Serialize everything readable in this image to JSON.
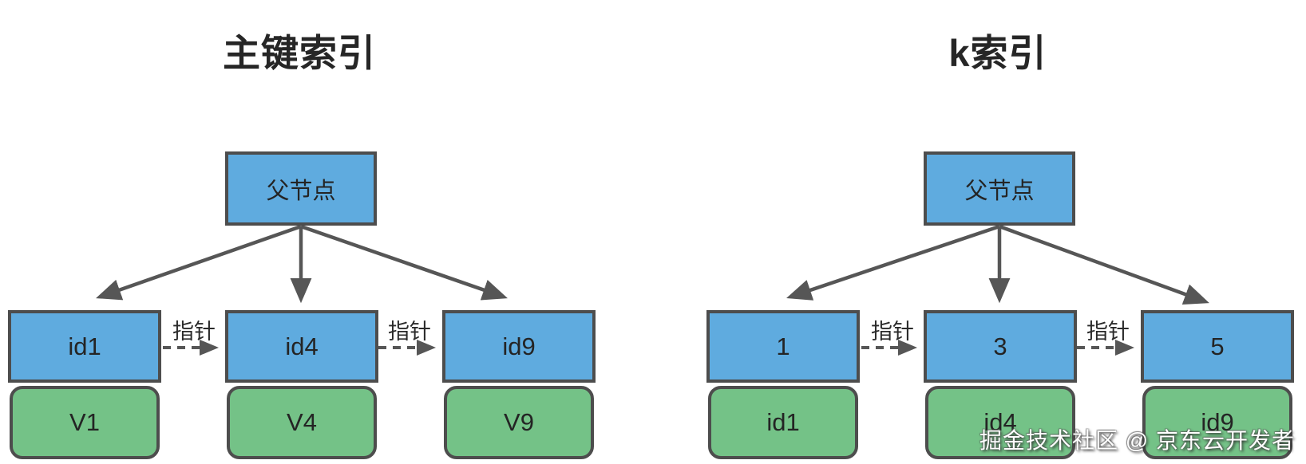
{
  "diagrams": [
    {
      "title": "主键索引",
      "parent": "父节点",
      "pointer_labels": [
        "指针",
        "指针"
      ],
      "leaves": [
        {
          "key": "id1",
          "value": "V1"
        },
        {
          "key": "id4",
          "value": "V4"
        },
        {
          "key": "id9",
          "value": "V9"
        }
      ]
    },
    {
      "title": "k索引",
      "parent": "父节点",
      "pointer_labels": [
        "指针",
        "指针"
      ],
      "leaves": [
        {
          "key": "1",
          "value": "id1"
        },
        {
          "key": "3",
          "value": "id4"
        },
        {
          "key": "5",
          "value": "id9"
        }
      ]
    }
  ],
  "watermark": "掘金技术社区 @ 京东云开发者",
  "colors": {
    "node_fill_blue": "#5FABDF",
    "node_fill_green": "#74C287",
    "node_border": "#4D4D4D",
    "arrow": "#565656",
    "text": "#222222",
    "watermark_text": "#FFFFFF"
  }
}
